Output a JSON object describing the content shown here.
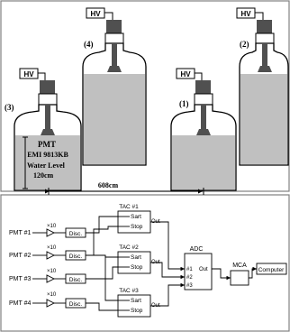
{
  "top_panel": {
    "hv_label": "HV",
    "pmt_numbers": [
      "(1)",
      "(2)",
      "(3)",
      "(4)"
    ],
    "pmt_model_line1": "PMT",
    "pmt_model_line2": "EMI 9813KB",
    "water_level_line1": "Water Level",
    "water_level_line2": "120cm",
    "distance_label": "608cm"
  },
  "bottom_panel": {
    "pmt_labels": [
      "PMT #1",
      "PMT #2",
      "PMT #3",
      "PMT #4"
    ],
    "gain_label": "×10",
    "disc_label": "Disc.",
    "tac_titles": [
      "TAC #1",
      "TAC #2",
      "TAC #3"
    ],
    "tac_start": "Sart",
    "tac_stop": "Stop",
    "tac_out": "Out",
    "adc_title": "ADC",
    "adc_inputs": [
      "#1",
      "#2",
      "#3"
    ],
    "adc_out": "Out",
    "mca_label": "MCA",
    "computer_label": "Computer"
  },
  "colors": {
    "water": "#c0c0c0",
    "pmt_cap": "#505050",
    "frame": "#808080"
  }
}
